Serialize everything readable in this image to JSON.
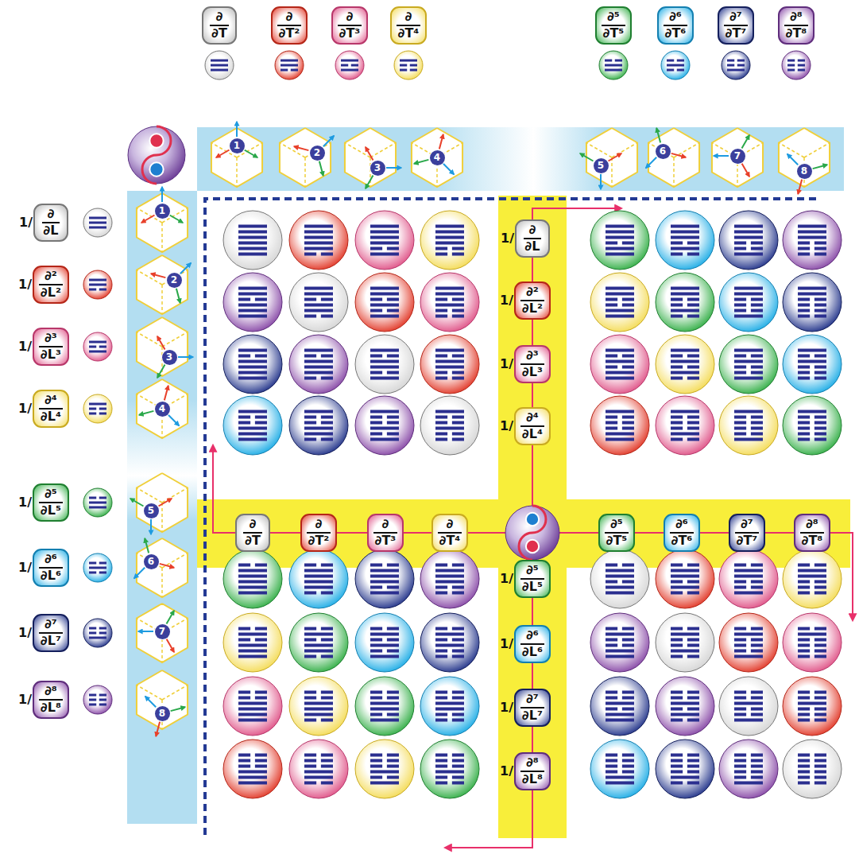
{
  "diagram": {
    "nodes": [
      {
        "text": [
          "∂",
          "∂T"
        ]
      },
      {
        "text": [
          "∂",
          "∂T²"
        ]
      },
      {
        "text": [
          "∂",
          "∂T³"
        ]
      },
      {
        "text": [
          "∂",
          "∂T⁴"
        ]
      },
      {
        "text": [
          "∂⁵",
          "∂T⁵"
        ]
      },
      {
        "text": [
          "∂⁶",
          "∂T⁶"
        ]
      },
      {
        "text": [
          "∂⁷",
          "∂T⁷"
        ]
      },
      {
        "text": [
          "∂⁸",
          "∂T⁸"
        ]
      },
      {
        "text": [
          "1/",
          "∂",
          "∂L"
        ]
      },
      {
        "text": [
          "1/",
          "∂²",
          "∂L²"
        ]
      },
      {
        "text": [
          "1/",
          "∂³",
          "∂L³"
        ]
      },
      {
        "text": [
          "1/",
          "∂⁴",
          "∂L⁴"
        ]
      },
      {
        "text": [
          "1/",
          "∂⁵",
          "∂L⁵"
        ]
      },
      {
        "text": [
          "1/",
          "∂⁶",
          "∂L⁶"
        ]
      },
      {
        "text": [
          "1/",
          "∂⁷",
          "∂L⁷"
        ]
      },
      {
        "text": [
          "1/",
          "∂⁸",
          "∂L⁸"
        ]
      },
      {
        "text": [
          "∂",
          "∂T"
        ]
      },
      {
        "text": [
          "∂",
          "∂T²"
        ]
      },
      {
        "text": [
          "∂",
          "∂T³"
        ]
      },
      {
        "text": [
          "∂",
          "∂T⁴"
        ]
      },
      {
        "text": [
          "∂⁵",
          "∂T⁵"
        ]
      },
      {
        "text": [
          "∂⁶",
          "∂T⁶"
        ]
      },
      {
        "text": [
          "∂⁷",
          "∂T⁷"
        ]
      },
      {
        "text": [
          "∂⁸",
          "∂T⁸"
        ]
      },
      {
        "text": [
          "1/",
          "∂",
          "∂L"
        ]
      },
      {
        "text": [
          "1/",
          "∂²",
          "∂L²"
        ]
      },
      {
        "text": [
          "1/",
          "∂³",
          "∂L³"
        ]
      },
      {
        "text": [
          "1/",
          "∂⁴",
          "∂L⁴"
        ]
      },
      {
        "text": [
          "1/",
          "∂⁵",
          "∂L⁵"
        ]
      },
      {
        "text": [
          "1/",
          "∂⁶",
          "∂L⁶"
        ]
      },
      {
        "text": [
          "1/",
          "∂⁷",
          "∂L⁷"
        ]
      },
      {
        "text": [
          "1/",
          "∂⁸",
          "∂L⁸"
        ]
      }
    ],
    "labels": [
      "1",
      "2",
      "3",
      "4",
      "5",
      "6",
      "7",
      "8",
      "1",
      "2",
      "3",
      "4",
      "5",
      "6",
      "7",
      "8"
    ]
  }
}
